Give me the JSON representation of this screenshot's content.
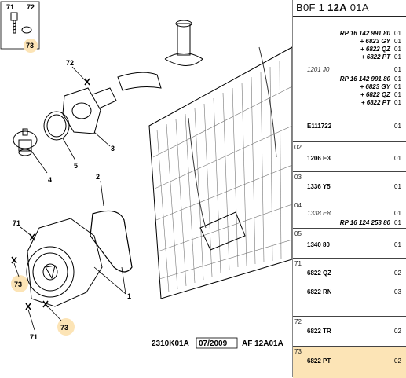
{
  "diagram": {
    "callouts": {
      "c71_top": "71",
      "c72_top": "72",
      "c73_top": "73",
      "c72": "72",
      "c3": "3",
      "c5": "5",
      "c4": "4",
      "c2": "2",
      "c71_left": "71",
      "c73_left": "73",
      "c71_bottom": "71",
      "c73_bottom": "73",
      "c1": "1"
    },
    "footer": {
      "code": "2310K01A",
      "date": "07/2009",
      "ref": "AF 12A01A"
    },
    "colors": {
      "highlight": "#fce4b6"
    }
  },
  "panel": {
    "header": {
      "prefix": "B0F 1 ",
      "bold": "12A",
      "suffix": " 01A"
    },
    "top_lines": [
      {
        "text": "RP 16 142 991 80",
        "style": "right",
        "qty": "01"
      },
      {
        "text": "+ 6823 GY",
        "style": "right",
        "qty": "01"
      },
      {
        "text": "+ 6822 QZ",
        "style": "right",
        "qty": "01"
      },
      {
        "text": "+ 6822 PT",
        "style": "right",
        "qty": "01"
      },
      {
        "text": "1201 J0",
        "style": "it",
        "qty": "01"
      },
      {
        "text": "RP 16 142 991 80",
        "style": "right",
        "qty": "01"
      },
      {
        "text": "+ 6823 GY",
        "style": "right",
        "qty": "01"
      },
      {
        "text": "+ 6822 QZ",
        "style": "right",
        "qty": "01"
      },
      {
        "text": "+ 6822 PT",
        "style": "right",
        "qty": "01"
      },
      {
        "text": "E111722",
        "style": "bold",
        "qty": "01"
      }
    ],
    "rows": [
      {
        "num": "02",
        "lines": [
          {
            "text": "1206 E3",
            "style": "bold",
            "qty": "01"
          }
        ]
      },
      {
        "num": "03",
        "lines": [
          {
            "text": "1336 Y5",
            "style": "bold",
            "qty": "01"
          }
        ]
      },
      {
        "num": "04",
        "lines": [
          {
            "text": "1338 E8",
            "style": "it",
            "qty": "01"
          },
          {
            "text": "RP 16 124 253 80",
            "style": "right",
            "qty": "01"
          }
        ]
      },
      {
        "num": "05",
        "lines": [
          {
            "text": "1340 80",
            "style": "bold",
            "qty": "01"
          }
        ]
      },
      {
        "num": "71",
        "lines": [
          {
            "text": "6822 QZ",
            "style": "bold",
            "qty": "02"
          },
          {
            "text": "6822 RN",
            "style": "bold",
            "qty": "03"
          }
        ]
      },
      {
        "num": "72",
        "lines": [
          {
            "text": "6822 TR",
            "style": "bold",
            "qty": "02"
          }
        ]
      },
      {
        "num": "73",
        "lines": [
          {
            "text": "6822 PT",
            "style": "bold",
            "qty": "02"
          }
        ]
      }
    ]
  }
}
